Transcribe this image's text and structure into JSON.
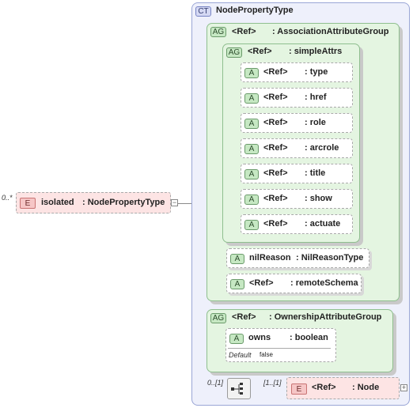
{
  "root_element": {
    "badge": "E",
    "name": "isolated",
    "type": ": NodePropertyType",
    "cardinality": "0..*"
  },
  "complex_type": {
    "badge": "CT",
    "name": "NodePropertyType"
  },
  "association_group": {
    "badge": "AG",
    "ref": "<Ref>",
    "name": ": AssociationAttributeGroup",
    "simple_attrs": {
      "badge": "AG",
      "ref": "<Ref>",
      "name": ": simpleAttrs",
      "attributes": [
        {
          "badge": "A",
          "ref": "<Ref>",
          "name": ": type"
        },
        {
          "badge": "A",
          "ref": "<Ref>",
          "name": ": href"
        },
        {
          "badge": "A",
          "ref": "<Ref>",
          "name": ": role"
        },
        {
          "badge": "A",
          "ref": "<Ref>",
          "name": ": arcrole"
        },
        {
          "badge": "A",
          "ref": "<Ref>",
          "name": ": title"
        },
        {
          "badge": "A",
          "ref": "<Ref>",
          "name": ": show"
        },
        {
          "badge": "A",
          "ref": "<Ref>",
          "name": ": actuate"
        }
      ]
    },
    "nil_reason": {
      "badge": "A",
      "name": "nilReason",
      "type": ": NilReasonType"
    },
    "remote_schema": {
      "badge": "A",
      "ref": "<Ref>",
      "name": ": remoteSchema"
    }
  },
  "ownership_group": {
    "badge": "AG",
    "ref": "<Ref>",
    "name": ": OwnershipAttributeGroup",
    "owns": {
      "badge": "A",
      "name": "owns",
      "type": ": boolean",
      "default_label": "Default",
      "default_value": "false"
    }
  },
  "sequence": {
    "min_max": "0..[1]",
    "child_cardinality": "[1..[1]",
    "child": {
      "badge": "E",
      "ref": "<Ref>",
      "name": ": Node"
    }
  }
}
